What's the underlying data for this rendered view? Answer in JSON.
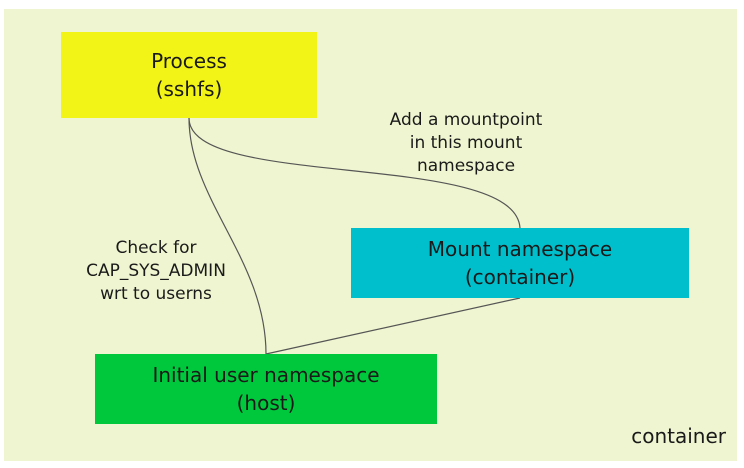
{
  "boundary": {
    "label": "container",
    "fill": "#eff5d0"
  },
  "nodes": {
    "process": {
      "line1": "Process",
      "line2": "(sshfs)",
      "color": "#f2f316"
    },
    "mount_ns": {
      "line1": "Mount namespace",
      "line2": "(container)",
      "color": "#00bfcc"
    },
    "initial_user_ns": {
      "line1": "Initial user namespace",
      "line2": "(host)",
      "color": "#00c83c"
    }
  },
  "edge_labels": {
    "mountpoint": {
      "line1": "Add a mountpoint",
      "line2": "in this mount",
      "line3": "namespace"
    },
    "check": {
      "line1": "Check for",
      "line2": "CAP_SYS_ADMIN",
      "line3": "wrt to userns"
    }
  },
  "edges": [
    {
      "from": "process",
      "to": "mount_ns",
      "label": "edge_labels.mountpoint"
    },
    {
      "from": "process",
      "to": "initial_user_ns",
      "label": "edge_labels.check"
    },
    {
      "from": "mount_ns",
      "to": "initial_user_ns"
    }
  ]
}
